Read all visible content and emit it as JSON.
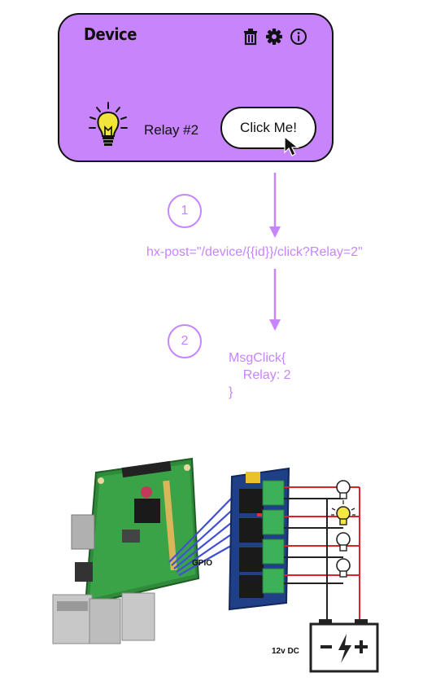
{
  "card": {
    "title": "Device",
    "relay_label": "Relay #2",
    "button_label": "Click Me!",
    "icons": [
      "trash-icon",
      "gear-icon",
      "info-icon",
      "lightbulb-icon",
      "cursor-icon"
    ],
    "accent_color": "#c784fb"
  },
  "flow": {
    "step1_number": "1",
    "step1_text": "hx-post=\"/device/{{id}}/click?Relay=2\"",
    "step2_number": "2",
    "step2_line1": "MsgClick{",
    "step2_line2": "    Relay: 2",
    "step2_line3": "}"
  },
  "hardware": {
    "gpio_label": "GPIO",
    "power_label": "12v DC",
    "lit_bulb_color": "#f5e642"
  }
}
